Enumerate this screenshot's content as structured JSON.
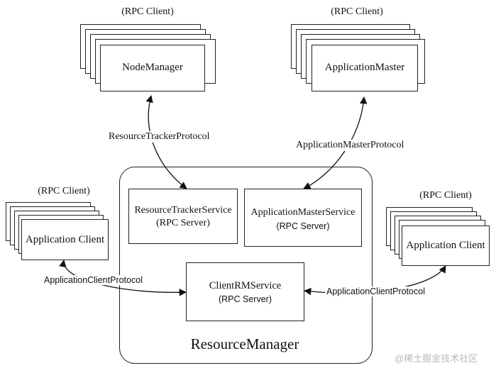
{
  "node_manager": {
    "role": "(RPC Client)",
    "label": "NodeManager"
  },
  "application_master": {
    "role": "(RPC Client)",
    "label": "ApplicationMaster"
  },
  "left_client": {
    "role": "(RPC Client)",
    "label": "Application Client"
  },
  "right_client": {
    "role": "(RPC Client)",
    "label": "Application Client"
  },
  "resource_manager": {
    "label": "ResourceManager",
    "resource_tracker_service": {
      "label": "ResourceTrackerService",
      "sub": "(RPC Server)"
    },
    "application_master_service": {
      "label": "ApplicationMasterService",
      "sub": "(RPC Server)"
    },
    "client_rm_service": {
      "label": "ClientRMService",
      "sub": "(RPC Server)"
    }
  },
  "protocols": {
    "resource_tracker": "ResourceTrackerProtocol",
    "application_master": "ApplicationMasterProtocol",
    "client_left": "ApplicationClientProtocol",
    "client_right": "ApplicationClientProtocol"
  },
  "watermark": "@稀土掘金技术社区"
}
